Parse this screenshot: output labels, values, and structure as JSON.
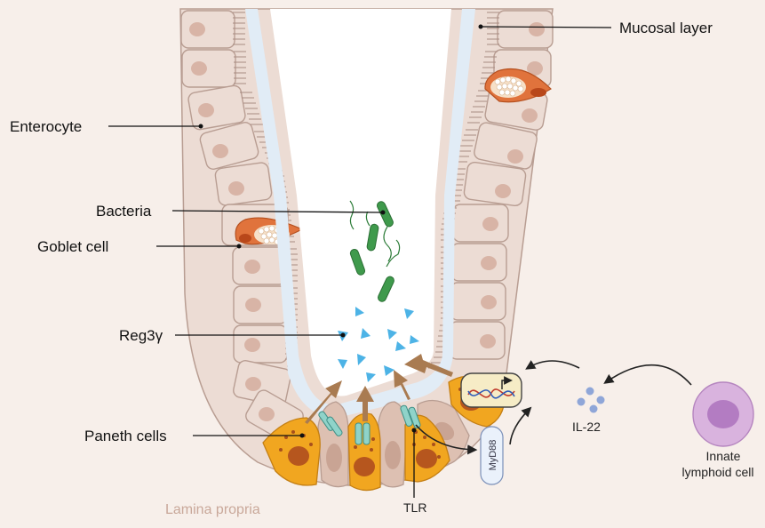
{
  "labels": {
    "mucosal_layer": "Mucosal layer",
    "enterocyte": "Enterocyte",
    "bacteria": "Bacteria",
    "goblet_cell": "Goblet cell",
    "reg3y": "Reg3γ",
    "paneth_cells": "Paneth cells",
    "lamina_propria": "Lamina propria",
    "tlr": "TLR",
    "myd88": "MyD88",
    "il22": "IL-22",
    "innate_line1": "Innate",
    "innate_line2": "lymphoid cell"
  },
  "colors": {
    "background": "#f7efea",
    "lumen": "#ffffff",
    "mucus": "#e1ecf6",
    "enterocyte": "#ecdcd4",
    "goblet": "#e0733c",
    "paneth": "#f1a620",
    "bacteria": "#3f9a4c",
    "reg3y": "#4db3e6",
    "secretion_arrow": "#a97b51",
    "ilc": "#d9b3de",
    "il22": "#8fa6d8"
  }
}
